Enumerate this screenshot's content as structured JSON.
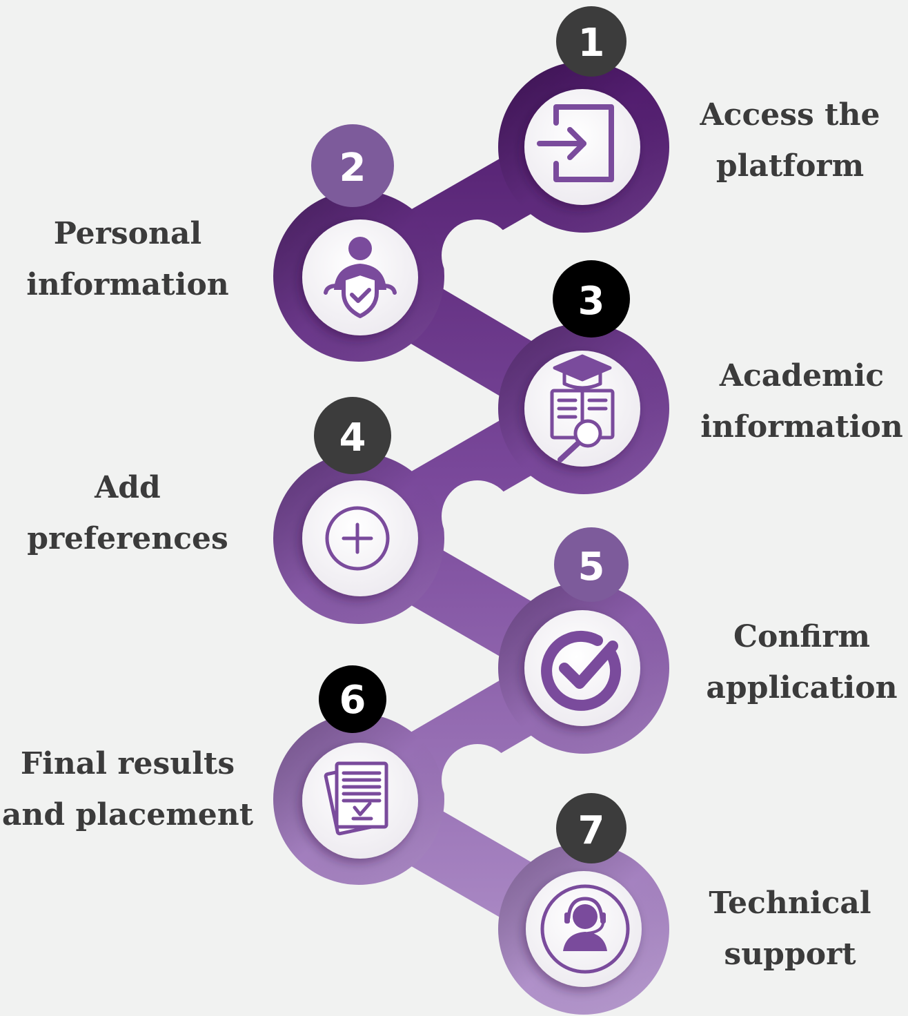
{
  "colors": {
    "background": "#f1f2f1",
    "path_top": "#4f1a6b",
    "path_bottom": "#a986c4",
    "icon": "#7a4b9c",
    "text": "#3b3b3b"
  },
  "steps": [
    {
      "number": "1",
      "label_line1": "Access the",
      "label_line2": "platform",
      "icon": "login-icon",
      "badge_color": "#3c3c3c"
    },
    {
      "number": "2",
      "label_line1": "Personal",
      "label_line2": "information",
      "icon": "person-shield-icon",
      "badge_color": "#7d5b9b"
    },
    {
      "number": "3",
      "label_line1": "Academic",
      "label_line2": "information",
      "icon": "book-search-icon",
      "badge_color": "#000000"
    },
    {
      "number": "4",
      "label_line1": "Add",
      "label_line2": "preferences",
      "icon": "plus-circle-icon",
      "badge_color": "#3c3c3c"
    },
    {
      "number": "5",
      "label_line1": "Confirm",
      "label_line2": "application",
      "icon": "check-circle-icon",
      "badge_color": "#7d5b9b"
    },
    {
      "number": "6",
      "label_line1": "Final results",
      "label_line2": "and placement",
      "icon": "document-check-icon",
      "badge_color": "#000000"
    },
    {
      "number": "7",
      "label_line1": "Technical",
      "label_line2": "support",
      "icon": "headset-support-icon",
      "badge_color": "#3c3c3c"
    }
  ]
}
